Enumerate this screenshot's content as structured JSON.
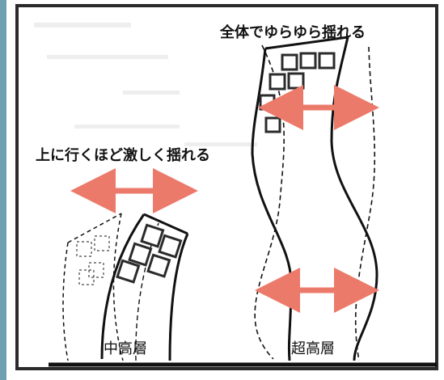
{
  "diagram": {
    "labels": {
      "top_right": "全体でゆらゆら揺れる",
      "middle_left": "上に行くほど激しく揺れる",
      "mid_rise": "中高層",
      "high_rise": "超高層"
    },
    "colors": {
      "frame_stroke": "#2a2a2a",
      "left_band": "#6f9fb0",
      "arrow": "#ec7a6a",
      "line": "#111111"
    },
    "icons": {
      "arrow": "double-headed-horizontal-arrow"
    }
  }
}
